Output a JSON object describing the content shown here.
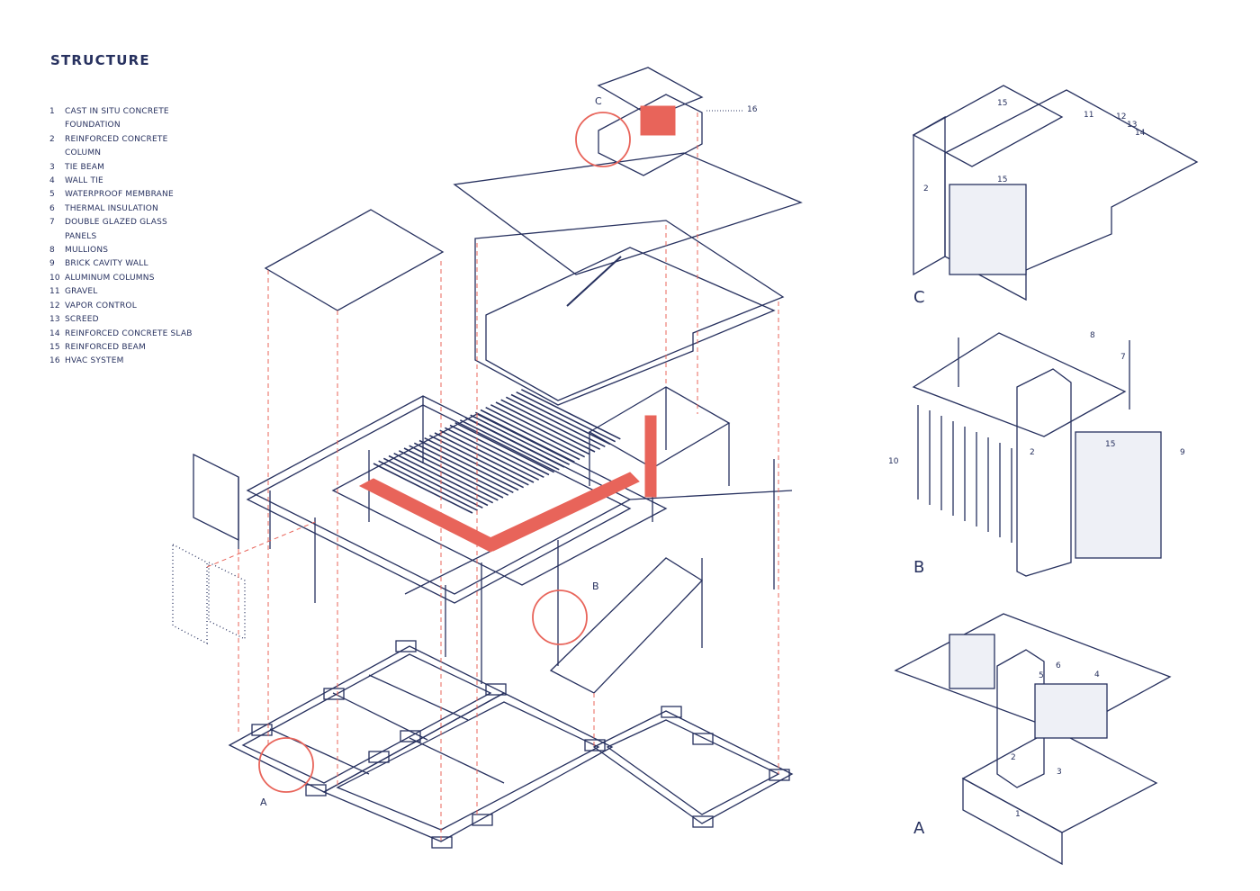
{
  "title": "STRUCTURE",
  "legend": [
    {
      "num": "1",
      "text": "CAST IN SITU CONCRETE FOUNDATION"
    },
    {
      "num": "2",
      "text": "REINFORCED CONCRETE COLUMN"
    },
    {
      "num": "3",
      "text": "TIE BEAM"
    },
    {
      "num": "4",
      "text": "WALL TIE"
    },
    {
      "num": "5",
      "text": "WATERPROOF MEMBRANE"
    },
    {
      "num": "6",
      "text": "THERMAL INSULATION"
    },
    {
      "num": "7",
      "text": "DOUBLE GLAZED GLASS PANELS"
    },
    {
      "num": "8",
      "text": "MULLIONS"
    },
    {
      "num": "9",
      "text": "BRICK CAVITY WALL"
    },
    {
      "num": "10",
      "text": "ALUMINUM COLUMNS"
    },
    {
      "num": "11",
      "text": "GRAVEL"
    },
    {
      "num": "12",
      "text": "VAPOR CONTROL"
    },
    {
      "num": "13",
      "text": "SCREED"
    },
    {
      "num": "14",
      "text": "REINFORCED CONCRETE SLAB"
    },
    {
      "num": "15",
      "text": "REINFORCED BEAM"
    },
    {
      "num": "16",
      "text": "HVAC SYSTEM"
    }
  ],
  "main_labels": {
    "hvac": "16",
    "c": "C",
    "b": "B",
    "a": "A"
  },
  "detail_c": {
    "letter": "C",
    "labels": [
      "15",
      "11",
      "12",
      "13",
      "14",
      "15",
      "2"
    ]
  },
  "detail_b": {
    "letter": "B",
    "labels": [
      "8",
      "7",
      "2",
      "15",
      "10",
      "9"
    ]
  },
  "detail_a": {
    "letter": "A",
    "labels": [
      "5",
      "6",
      "4",
      "2",
      "3",
      "1"
    ]
  },
  "colors": {
    "ink": "#27315f",
    "accent": "#e8645a"
  }
}
